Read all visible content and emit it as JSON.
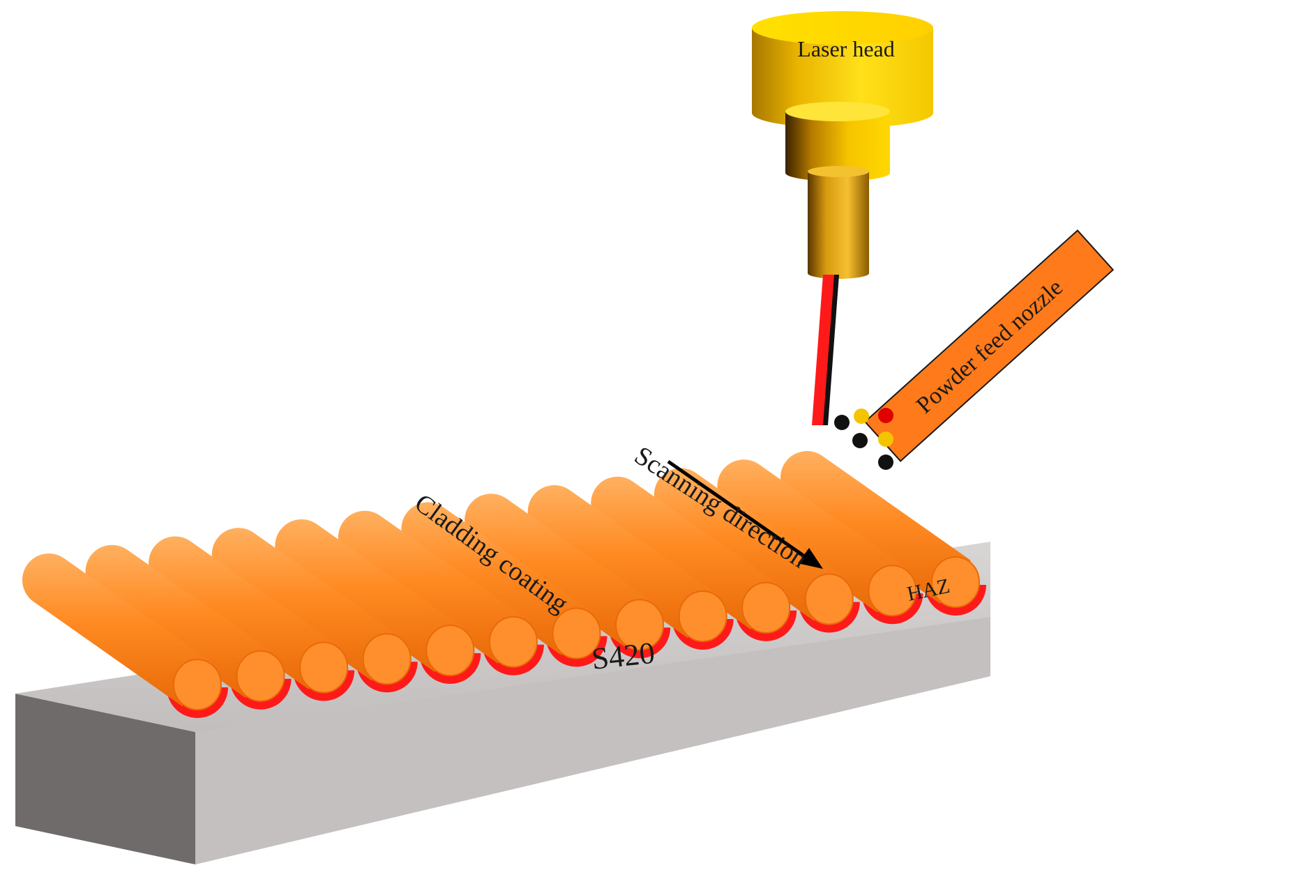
{
  "labels": {
    "laser_head": "Laser head",
    "powder_feed_nozzle": "Powder feed nozzle",
    "scanning_direction": "Scanning direction",
    "cladding_coating": "Cladding coating",
    "haz": "HAZ",
    "substrate": "S420"
  },
  "colors": {
    "laser_head_gold": "#f2c200",
    "laser_beam_red": "#ff1a1a",
    "cladding_orange": "#ff8a2a",
    "haz_red": "#ff1a1a",
    "nozzle_orange": "#ff7a1a",
    "substrate_gray": "#c9c5c5",
    "powder_black": "#111111",
    "powder_yellow": "#f5c400",
    "powder_red": "#e00000"
  },
  "cladding_track_count": 13,
  "powder_particles": [
    "black",
    "yellow",
    "red",
    "black",
    "yellow",
    "black"
  ]
}
